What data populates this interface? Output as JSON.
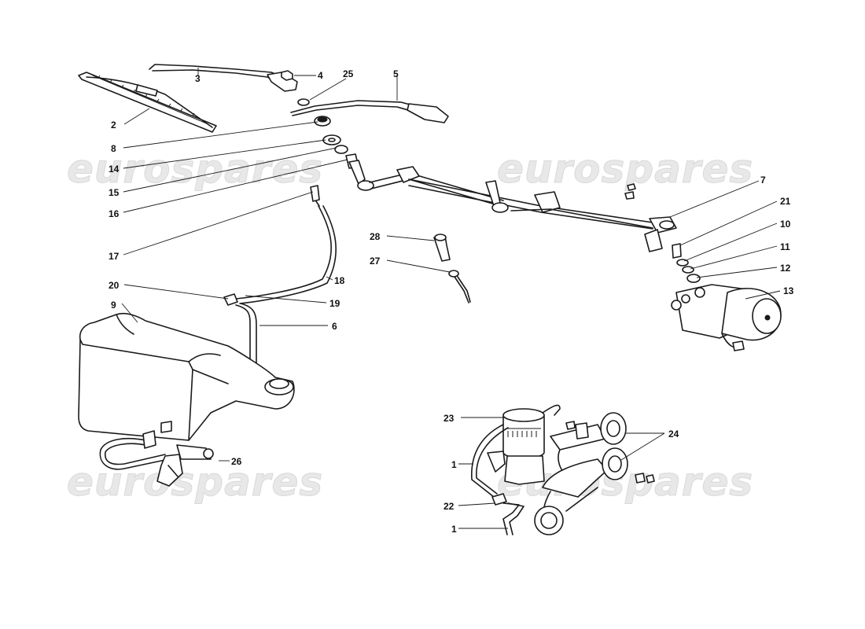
{
  "watermark": {
    "text": "eurospares"
  },
  "callouts": {
    "c1a": "1",
    "c1b": "1",
    "c2": "2",
    "c3": "3",
    "c4": "4",
    "c5": "5",
    "c6": "6",
    "c7": "7",
    "c8": "8",
    "c9": "9",
    "c10": "10",
    "c11": "11",
    "c12": "12",
    "c13": "13",
    "c14": "14",
    "c15": "15",
    "c16": "16",
    "c17": "17",
    "c18": "18",
    "c19": "19",
    "c20": "20",
    "c21": "21",
    "c22": "22",
    "c23": "23",
    "c24": "24",
    "c25": "25",
    "c26": "26",
    "c27": "27",
    "c28": "28"
  }
}
